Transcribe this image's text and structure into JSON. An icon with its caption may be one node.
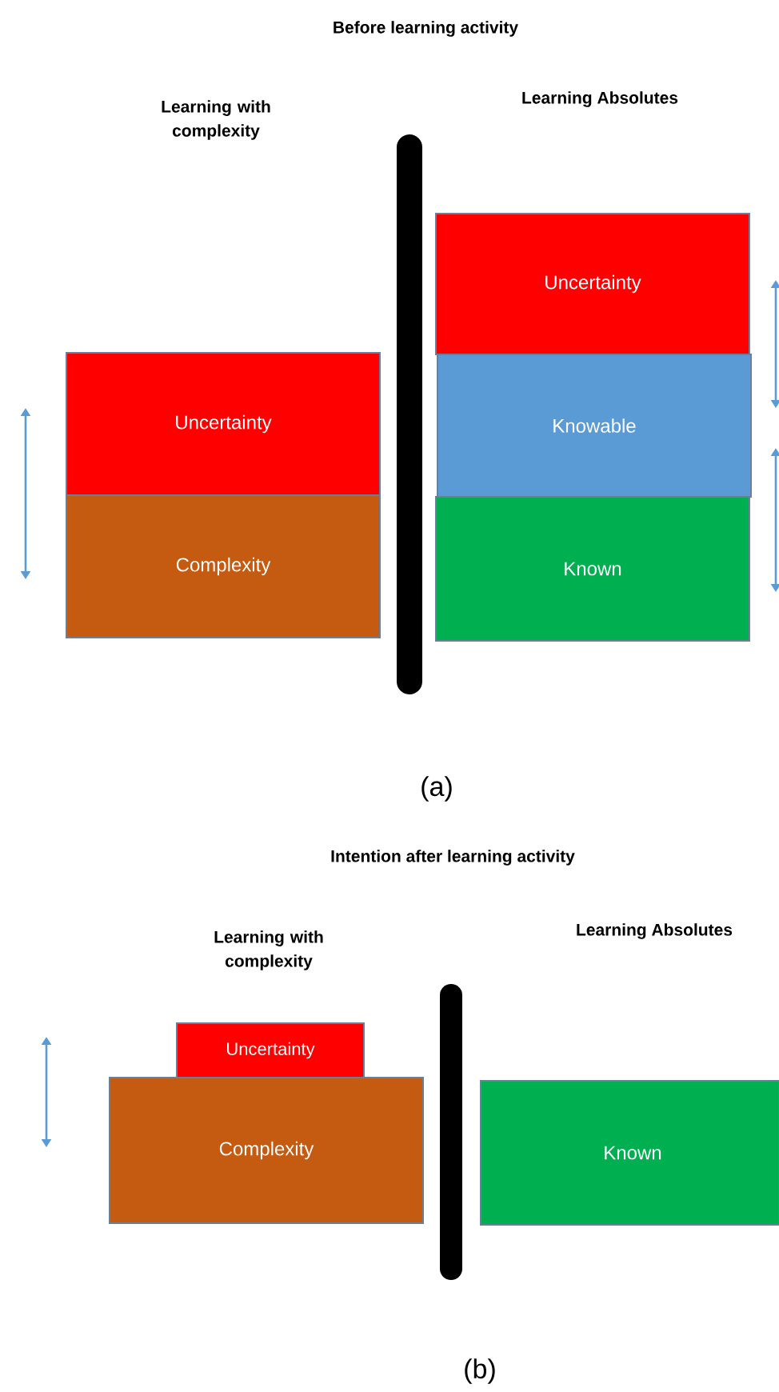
{
  "diagram": {
    "nodes": [
      {
        "text": [
          "Uncertainty"
        ]
      },
      {
        "text": [
          "Complexity"
        ]
      },
      {
        "text": [
          "Uncertainty"
        ]
      },
      {
        "text": [
          "Knowable"
        ]
      },
      {
        "text": [
          "Known"
        ]
      },
      {
        "text": [
          "Uncertainty"
        ]
      },
      {
        "text": [
          "Complexity"
        ]
      },
      {
        "text": [
          "Known"
        ]
      }
    ],
    "labels": [
      "Before learning activity",
      "Learning with complexity",
      "Learning Absolutes",
      "(a)",
      "Intention after learning activity",
      "Learning with complexity",
      "Learning Absolutes",
      "(b)"
    ]
  }
}
